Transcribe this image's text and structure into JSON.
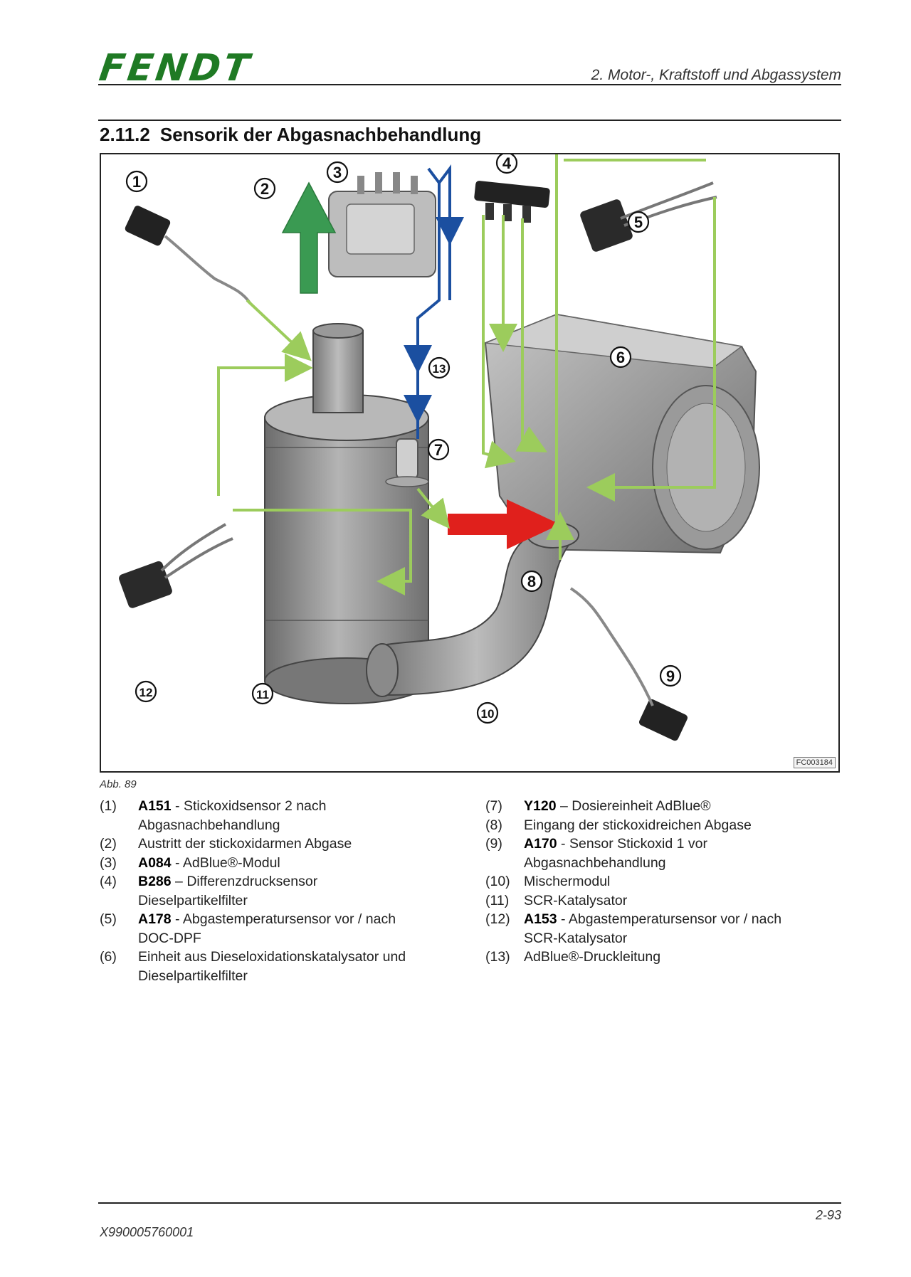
{
  "header": {
    "logo": "FENDT",
    "chapter": "2. Motor-, Kraftstoff und Abgassystem"
  },
  "section": {
    "number": "2.11.2",
    "title": "Sensorik der Abgasnachbehandlung"
  },
  "figure": {
    "code": "FC003184",
    "caption": "Abb. 89",
    "callouts": [
      "1",
      "2",
      "3",
      "4",
      "5",
      "6",
      "7",
      "8",
      "9",
      "10",
      "11",
      "12",
      "13"
    ],
    "colors": {
      "outflow_arrow": "#3a9a52",
      "inflow_arrow": "#e0201c",
      "adblue_line": "#1b4fa0",
      "sensor_line": "#9ccc5c",
      "component": "#8a8a8a"
    }
  },
  "legend_left": [
    {
      "n": "(1)",
      "code": "A151",
      "sep": " - ",
      "text": "Stickoxidsensor 2 nach",
      "cont": "Abgasnachbehandlung"
    },
    {
      "n": "(2)",
      "code": "",
      "sep": "",
      "text": "Austritt der stickoxidarmen Abgase",
      "cont": ""
    },
    {
      "n": "(3)",
      "code": "A084",
      "sep": " - ",
      "text": "AdBlue®-Modul",
      "cont": ""
    },
    {
      "n": "(4)",
      "code": "B286",
      "sep": " – ",
      "text": "Differenzdrucksensor",
      "cont": "Dieselpartikelfilter"
    },
    {
      "n": "(5)",
      "code": "A178",
      "sep": " - ",
      "text": "Abgastemperatursensor vor / nach",
      "cont": "DOC-DPF"
    },
    {
      "n": "(6)",
      "code": "",
      "sep": "",
      "text": "Einheit aus Dieseloxidationskatalysator und",
      "cont": "Dieselpartikelfilter"
    }
  ],
  "legend_right": [
    {
      "n": "(7)",
      "code": "Y120",
      "sep": " – ",
      "text": "Dosiereinheit AdBlue®",
      "cont": ""
    },
    {
      "n": "(8)",
      "code": "",
      "sep": "",
      "text": "Eingang der stickoxidreichen Abgase",
      "cont": ""
    },
    {
      "n": "(9)",
      "code": "A170",
      "sep": " - ",
      "text": "Sensor Stickoxid 1 vor",
      "cont": "Abgasnachbehandlung"
    },
    {
      "n": "(10)",
      "code": "",
      "sep": "",
      "text": "Mischermodul",
      "cont": ""
    },
    {
      "n": "(11)",
      "code": "",
      "sep": "",
      "text": "SCR-Katalysator",
      "cont": ""
    },
    {
      "n": "(12)",
      "code": "A153",
      "sep": " - ",
      "text": "Abgastemperatursensor vor / nach",
      "cont": "SCR-Katalysator"
    },
    {
      "n": "(13)",
      "code": "",
      "sep": "",
      "text": "AdBlue®-Druckleitung",
      "cont": ""
    }
  ],
  "footer": {
    "page": "2-93",
    "doc_number": "X990005760001"
  }
}
